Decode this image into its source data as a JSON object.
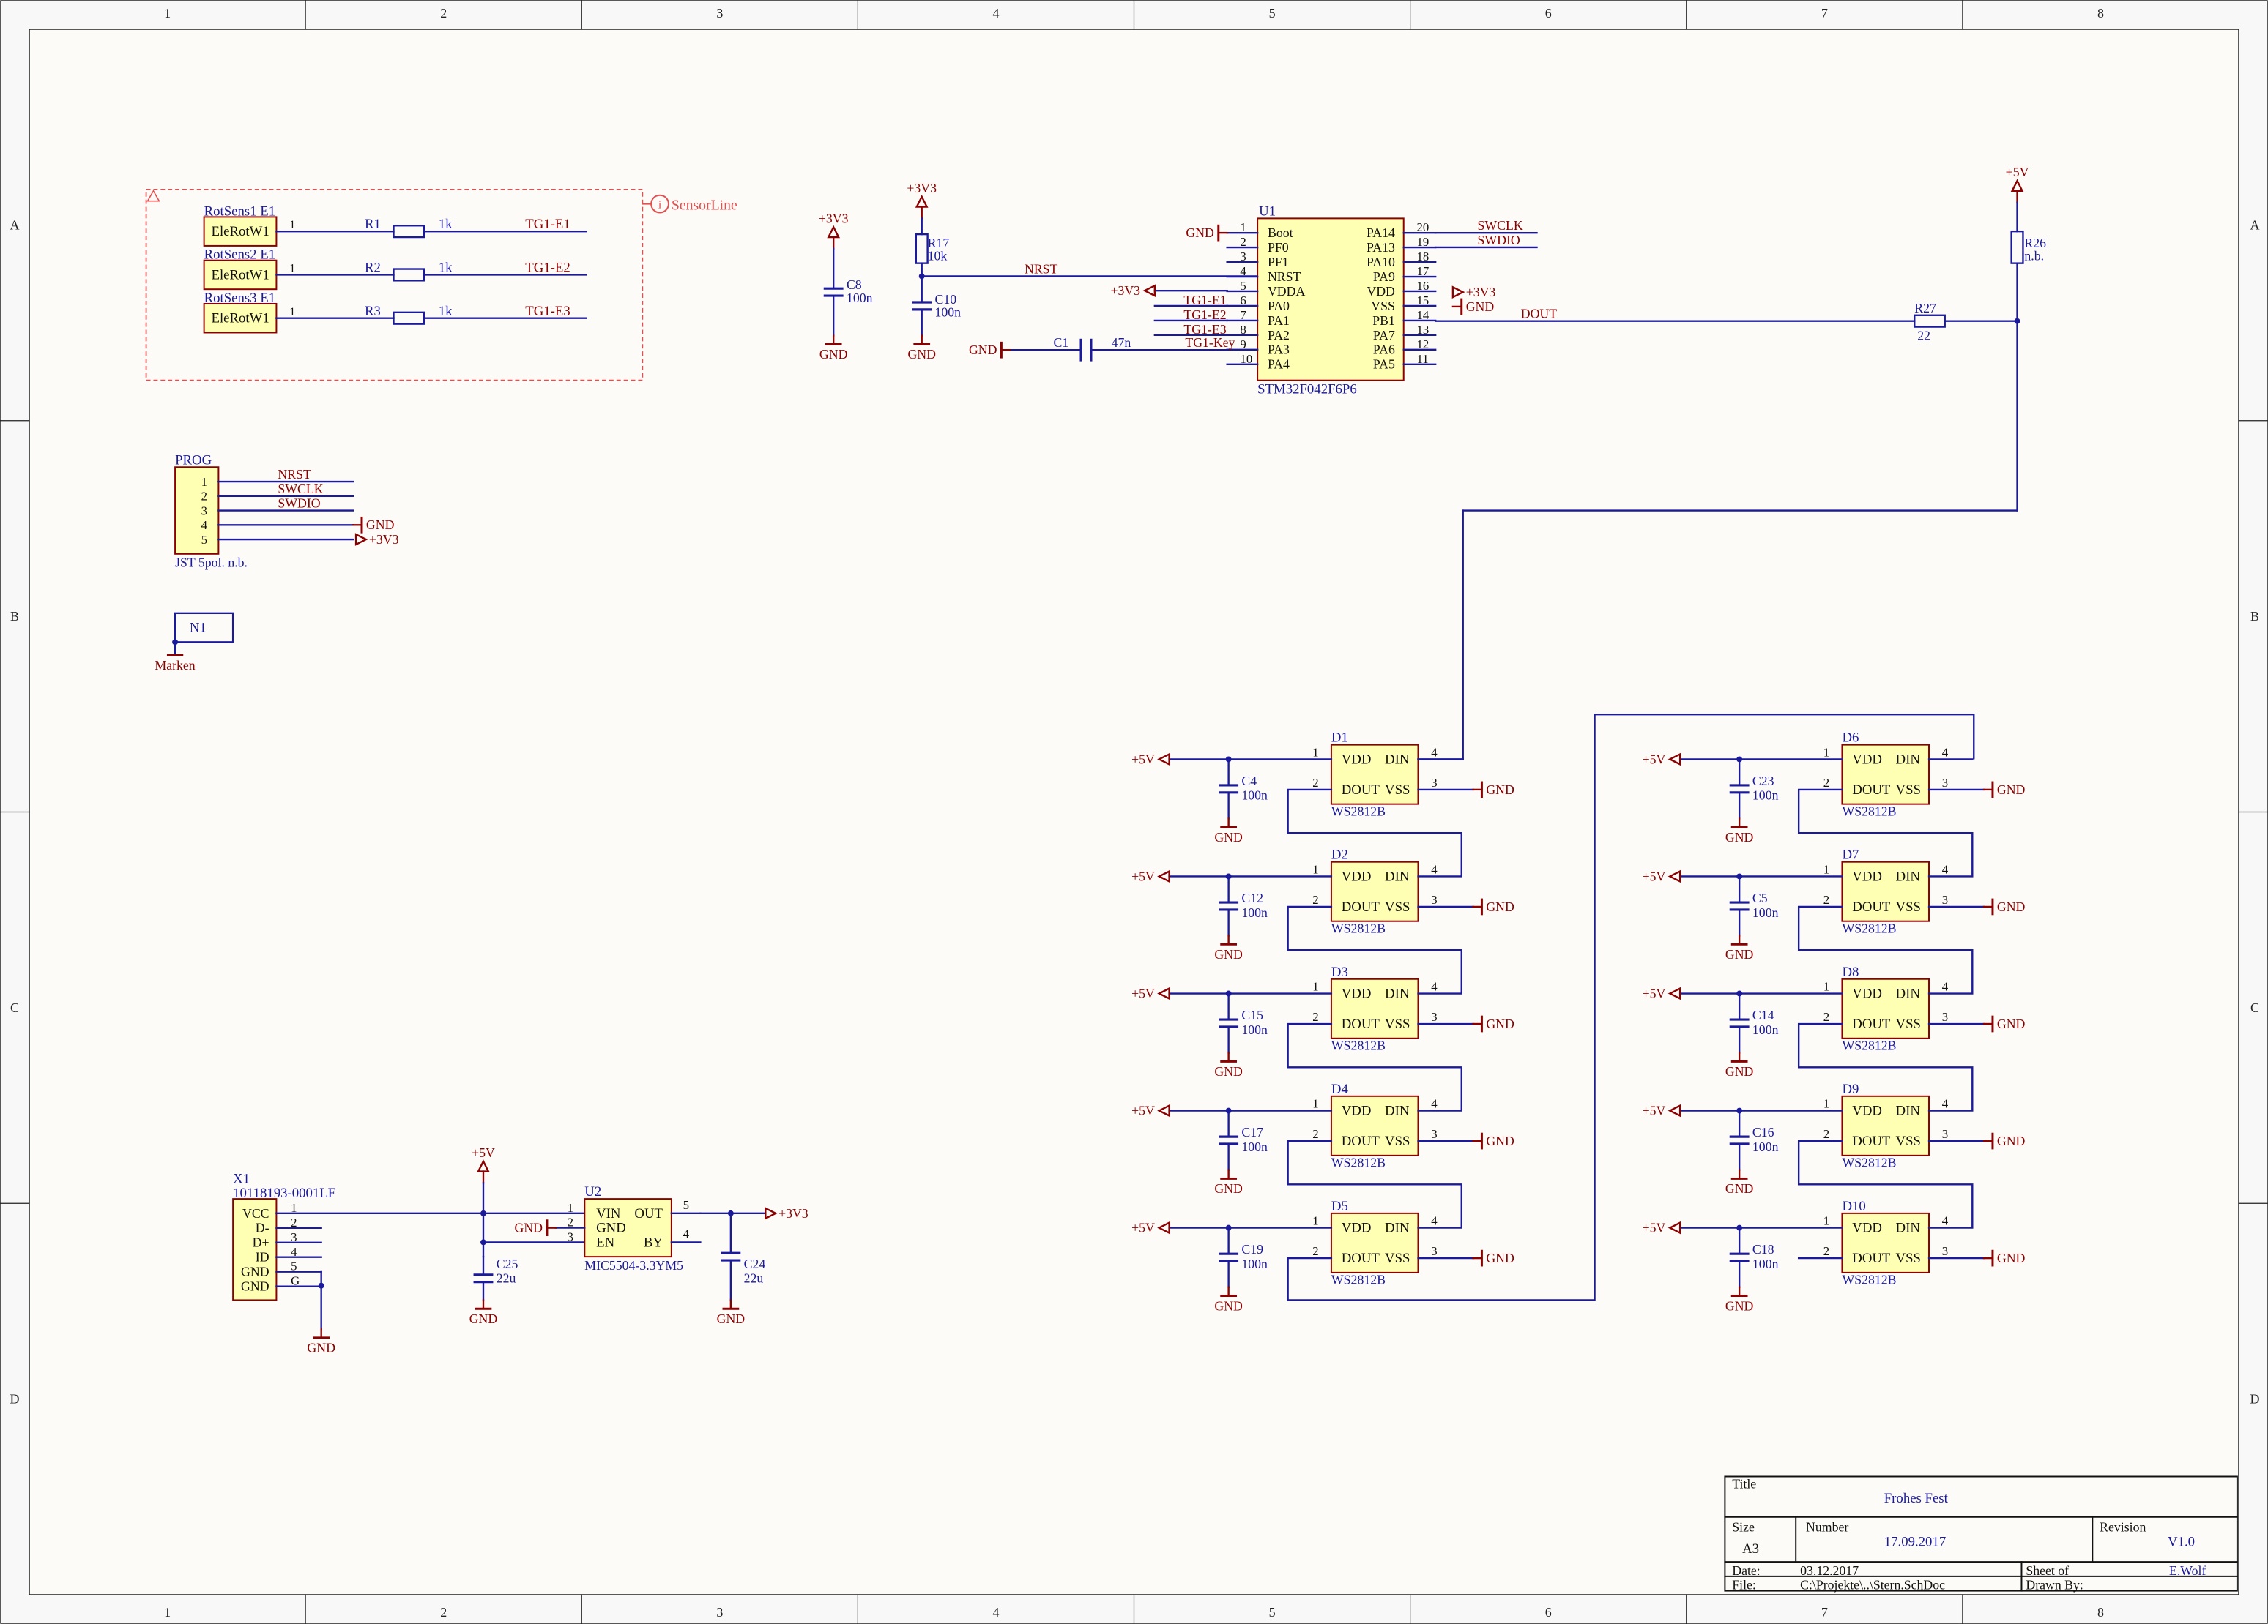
{
  "frame": {
    "columns": [
      "1",
      "2",
      "3",
      "4",
      "5",
      "6",
      "7",
      "8"
    ],
    "rows": [
      "A",
      "B",
      "C",
      "D"
    ]
  },
  "colors": {
    "background": "#fdfbf7",
    "frame": "#222222",
    "wire": "#1a1a9a",
    "net_label": "#8b0000",
    "power": "#8b0000",
    "component_fill": "#ffffb4",
    "component_stroke": "#8b0000",
    "designator": "#1a1a9a",
    "border_fill": "#f8f8f8",
    "dash_box": "#e05050"
  },
  "sensor_block": {
    "port_label": "SensorLine",
    "sensors": [
      {
        "designator": "RotSens1  E1",
        "body": "EleRotW1",
        "pin": "1",
        "resistor": "R1",
        "value": "1k",
        "net": "TG1-E1"
      },
      {
        "designator": "RotSens2  E1",
        "body": "EleRotW1",
        "pin": "1",
        "resistor": "R2",
        "value": "1k",
        "net": "TG1-E2"
      },
      {
        "designator": "RotSens3  E1",
        "body": "EleRotW1",
        "pin": "1",
        "resistor": "R3",
        "value": "1k",
        "net": "TG1-E3"
      }
    ]
  },
  "prog_header": {
    "designator": "PROG",
    "comment": "JST 5pol. n.b.",
    "pins": [
      "1",
      "2",
      "3",
      "4",
      "5"
    ],
    "nets": [
      "NRST",
      "SWCLK",
      "SWDIO",
      "GND",
      "+3V3"
    ]
  },
  "marker": {
    "designator": "N1",
    "comment": "Marken"
  },
  "decoupling_caps": [
    {
      "power": "+3V3",
      "designator": "C8",
      "value": "100n",
      "ground": "GND"
    },
    {
      "power": "+3V3",
      "designator": "C10",
      "value": "100n",
      "ground": "GND"
    }
  ],
  "pullup": {
    "designator": "R17",
    "value": "10k",
    "net": "NRST"
  },
  "mcu": {
    "designator": "U1",
    "part": "STM32F042F6P6",
    "left_pins": [
      {
        "num": "1",
        "name": "Boot",
        "net": "GND"
      },
      {
        "num": "2",
        "name": "PF0",
        "net": ""
      },
      {
        "num": "3",
        "name": "PF1",
        "net": ""
      },
      {
        "num": "4",
        "name": "NRST",
        "net": ""
      },
      {
        "num": "5",
        "name": "VDDA",
        "net": "+3V3"
      },
      {
        "num": "6",
        "name": "PA0",
        "net": "TG1-E1"
      },
      {
        "num": "7",
        "name": "PA1",
        "net": "TG1-E2"
      },
      {
        "num": "8",
        "name": "PA2",
        "net": "TG1-E3"
      },
      {
        "num": "9",
        "name": "PA3",
        "net": "TG1-Key"
      },
      {
        "num": "10",
        "name": "PA4",
        "net": ""
      }
    ],
    "right_pins": [
      {
        "num": "20",
        "name": "PA14",
        "net": "SWCLK"
      },
      {
        "num": "19",
        "name": "PA13",
        "net": "SWDIO"
      },
      {
        "num": "18",
        "name": "PA10",
        "net": ""
      },
      {
        "num": "17",
        "name": "PA9",
        "net": ""
      },
      {
        "num": "16",
        "name": "VDD",
        "net": "+3V3"
      },
      {
        "num": "15",
        "name": "VSS",
        "net": "GND"
      },
      {
        "num": "14",
        "name": "PB1",
        "net": ""
      },
      {
        "num": "13",
        "name": "PA7",
        "net": ""
      },
      {
        "num": "12",
        "name": "PA6",
        "net": ""
      },
      {
        "num": "11",
        "name": "PA5",
        "net": ""
      }
    ],
    "key_cap": {
      "ground": "GND",
      "designator": "C1",
      "value": "47n"
    }
  },
  "dout": {
    "net": "DOUT",
    "designator": "R27",
    "value": "22"
  },
  "r26": {
    "power": "+5V",
    "designator": "R26",
    "value": "n.b."
  },
  "led_columns": [
    {
      "leds": [
        {
          "designator": "D1",
          "cap": "C4",
          "cap_value": "100n"
        },
        {
          "designator": "D2",
          "cap": "C12",
          "cap_value": "100n"
        },
        {
          "designator": "D3",
          "cap": "C15",
          "cap_value": "100n"
        },
        {
          "designator": "D4",
          "cap": "C17",
          "cap_value": "100n"
        },
        {
          "designator": "D5",
          "cap": "C19",
          "cap_value": "100n"
        }
      ]
    },
    {
      "leds": [
        {
          "designator": "D6",
          "cap": "C23",
          "cap_value": "100n"
        },
        {
          "designator": "D7",
          "cap": "C5",
          "cap_value": "100n"
        },
        {
          "designator": "D8",
          "cap": "C14",
          "cap_value": "100n"
        },
        {
          "designator": "D9",
          "cap": "C16",
          "cap_value": "100n"
        },
        {
          "designator": "D10",
          "cap": "C18",
          "cap_value": "100n"
        }
      ]
    }
  ],
  "led_common": {
    "part": "WS2812B",
    "pins": {
      "vdd": "VDD",
      "din": "DIN",
      "dout": "DOUT",
      "vss": "VSS"
    },
    "pin_nums": {
      "vdd": "1",
      "din": "4",
      "dout": "2",
      "vss": "3"
    },
    "power": "+5V",
    "ground": "GND"
  },
  "usb": {
    "designator": "X1",
    "part": "10118193-0001LF",
    "pins": [
      {
        "name": "VCC",
        "num": "1"
      },
      {
        "name": "D-",
        "num": "2"
      },
      {
        "name": "D+",
        "num": "3"
      },
      {
        "name": "ID",
        "num": "4"
      },
      {
        "name": "GND",
        "num": "5"
      },
      {
        "name": "GND",
        "num": "G"
      }
    ],
    "ground": "GND"
  },
  "regulator": {
    "designator": "U2",
    "part": "MIC5504-3.3YM5",
    "input_power": "+5V",
    "output_power": "+3V3",
    "left_pins": [
      {
        "num": "1",
        "name": "VIN"
      },
      {
        "num": "2",
        "name": "GND"
      },
      {
        "num": "3",
        "name": "EN"
      }
    ],
    "right_pins": [
      {
        "num": "5",
        "name": "OUT"
      },
      {
        "num": "4",
        "name": "BY"
      }
    ],
    "gnd_label": "GND",
    "in_cap": {
      "designator": "C25",
      "value": "22u",
      "ground": "GND"
    },
    "out_cap": {
      "designator": "C24",
      "value": "22u",
      "ground": "GND"
    }
  },
  "title_block": {
    "title_label": "Title",
    "title": "Frohes Fest",
    "size_label": "Size",
    "size": "A3",
    "number_label": "Number",
    "number": "17.09.2017",
    "revision_label": "Revision",
    "revision": "V1.0",
    "date_label": "Date:",
    "date": "03.12.2017",
    "sheet_label": "Sheet    of",
    "author": "E.Wolf",
    "file_label": "File:",
    "file": "C:\\Projekte\\..\\Stern.SchDoc",
    "drawn_label": "Drawn By:"
  }
}
